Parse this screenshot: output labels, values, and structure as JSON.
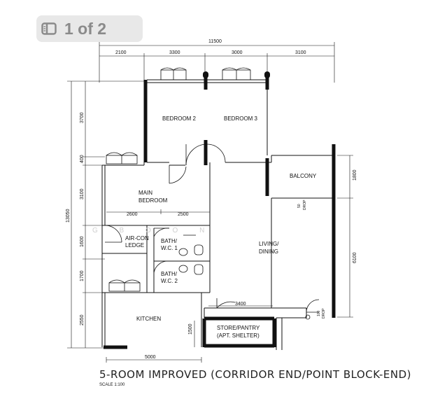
{
  "badge": {
    "icon": "gallery-icon",
    "text": "1 of 2"
  },
  "dimensions": {
    "overall_width": "11500",
    "top": [
      "2100",
      "3300",
      "3000",
      "3100"
    ],
    "left_total": "13050",
    "left": [
      "3700",
      "400",
      "3100",
      "1600",
      "1700",
      "2550"
    ],
    "right": [
      "1800",
      "6100"
    ],
    "inner_2600": "2600",
    "inner_2500": "2500",
    "inner_3400": "3400",
    "inner_1500": "1500",
    "bottom": "5000"
  },
  "rooms": {
    "bedroom2": "BEDROOM 2",
    "bedroom3": "BEDROOM 3",
    "balcony": "BALCONY",
    "main_bedroom_1": "MAIN",
    "main_bedroom_2": "BEDROOM",
    "aircon_1": "AIR-CON",
    "aircon_2": "LEDGE",
    "bath1_1": "BATH/",
    "bath1_2": "W.C. 1",
    "bath2_1": "BATH/",
    "bath2_2": "W.C. 2",
    "living_1": "LIVING/",
    "living_2": "DINING",
    "kitchen": "KITCHEN",
    "store_1": "STORE/PANTRY",
    "store_2": "(APT. SHELTER)"
  },
  "drops": {
    "drop50_a": "50",
    "drop50_b": "DROP",
    "drop100_a": "100",
    "drop100_b": "DROP"
  },
  "watermark": "G  B O O N",
  "title": "5-ROOM IMPROVED (CORRIDOR END/POINT BLOCK-END)",
  "scale": "SCALE  1:100"
}
